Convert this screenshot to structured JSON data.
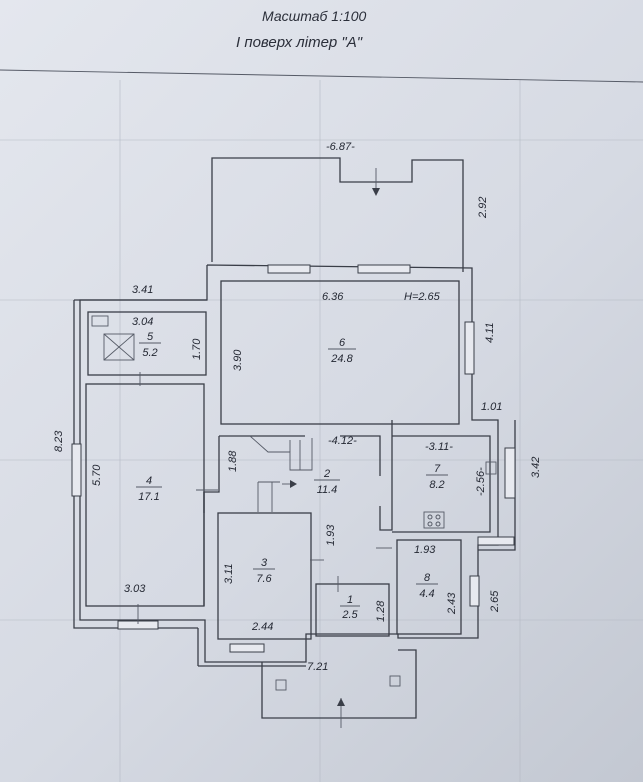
{
  "header": {
    "scale": "Масштаб 1:100",
    "floor": "І поверх  літер \"А\""
  },
  "dimensions": {
    "top_width": "-6.87-",
    "porch_depth": "2.92",
    "left_top": "3.41",
    "right_411": "4.11",
    "right_101": "1.01",
    "right_342": "3.42",
    "left_823": "8.23",
    "right_265": "2.65",
    "bottom_width": "7.21",
    "room6_width": "6.36",
    "room6_height_label": "H=2.65",
    "room6_depth": "3.90",
    "room5_width": "3.04",
    "room5_depth": "1.70",
    "room4_depth": "5.70",
    "room4_width": "3.03",
    "hall_188": "1.88",
    "hall_412": "-4.12-",
    "hall_193": "1.93",
    "room7_width": "-3.11-",
    "room7_depth": "-2.56-",
    "room3_depth": "3.11",
    "room3_width": "2.44",
    "room1_depth": "1.28",
    "room8_width": "1.93",
    "room8_depth": "2.43"
  },
  "rooms": [
    {
      "no": "1",
      "area": "2.5"
    },
    {
      "no": "2",
      "area": "11.4"
    },
    {
      "no": "3",
      "area": "7.6"
    },
    {
      "no": "4",
      "area": "17.1"
    },
    {
      "no": "5",
      "area": "5.2"
    },
    {
      "no": "6",
      "area": "24.8"
    },
    {
      "no": "7",
      "area": "8.2"
    },
    {
      "no": "8",
      "area": "4.4"
    }
  ]
}
